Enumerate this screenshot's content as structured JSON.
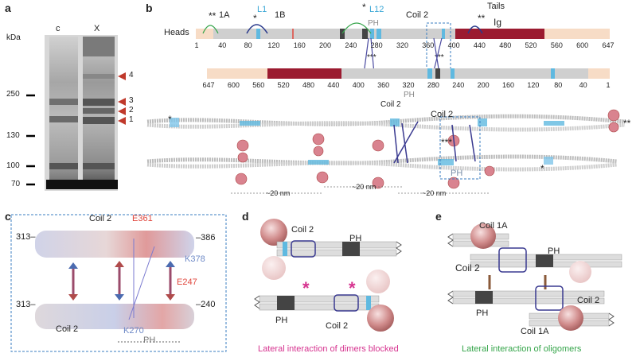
{
  "panels": {
    "a": {
      "letter": "a",
      "unit": "kDa",
      "lanes": [
        "c",
        "X"
      ],
      "markers": [
        "250",
        "130",
        "100",
        "70"
      ],
      "bands": [
        "4",
        "3",
        "2",
        "1"
      ]
    },
    "b": {
      "letter": "b",
      "heads_label": "Heads",
      "tails_label": "Tails",
      "domain_labels": {
        "coil_1a": "1A",
        "coil_1b": "1B",
        "l1": "L1",
        "l12": "L12",
        "ph": "PH",
        "coil2": "Coil 2",
        "ig": "Ig"
      },
      "top_ticks": [
        "1",
        "40",
        "80",
        "120",
        "160",
        "200",
        "240",
        "280",
        "320",
        "360",
        "400",
        "440",
        "480",
        "520",
        "560",
        "600",
        "647"
      ],
      "bottom_ticks": [
        "647",
        "600",
        "560",
        "520",
        "480",
        "440",
        "400",
        "360",
        "320",
        "280",
        "240",
        "200",
        "160",
        "120",
        "80",
        "40",
        "1"
      ],
      "marks": {
        "single": "*",
        "double": "**",
        "triple": "***"
      },
      "distances": [
        "~20 nm",
        "~20 nm",
        "~20 nm"
      ],
      "lower_coil2": "Coil 2",
      "lower_ph": "PH",
      "filament_coil2": "Coil 2",
      "filament_ph": "PH"
    },
    "c": {
      "letter": "c",
      "coil2_top": "Coil 2",
      "coil2_bottom": "Coil 2",
      "e361": "E361",
      "e247": "E247",
      "k378": "K378",
      "k270": "K270",
      "n313a": "313–",
      "n386": "–386",
      "n313b": "313–",
      "n240": "–240",
      "ph": "PH"
    },
    "d": {
      "letter": "d",
      "coil2_a": "Coil 2",
      "ph_a": "PH",
      "ph_b": "PH",
      "coil2_b": "Coil 2",
      "caption": "Lateral interaction of dimers blocked",
      "caption_color": "#d6338f"
    },
    "e": {
      "letter": "e",
      "coil1a_top": "Coil 1A",
      "coil2_left": "Coil 2",
      "ph_top": "PH",
      "ph_bottom": "PH",
      "coil2_right": "Coil 2",
      "coil1a_bottom": "Coil 1A",
      "caption": "Lateral interaction of oligomers",
      "caption_color": "#35a54a"
    }
  }
}
